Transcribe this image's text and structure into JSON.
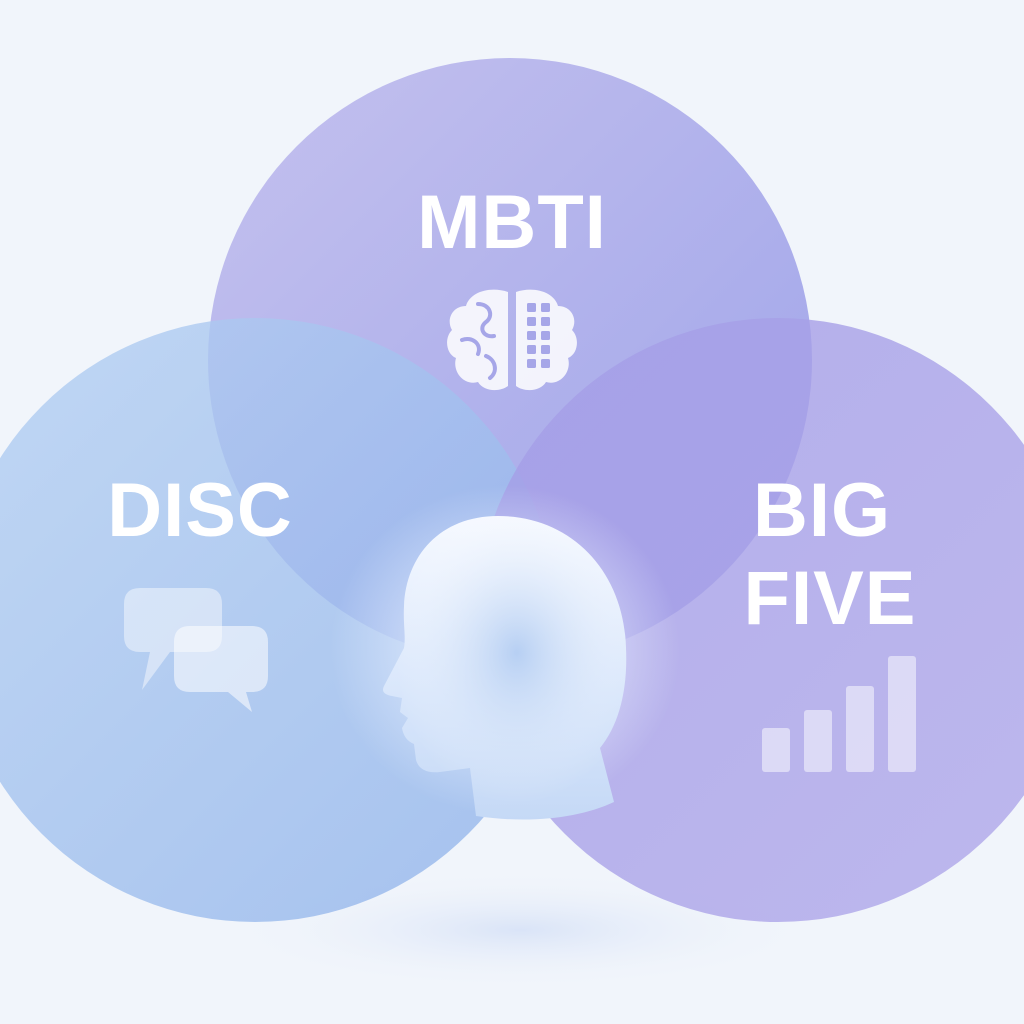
{
  "diagram": {
    "type": "venn",
    "sets": [
      {
        "id": "mbti",
        "label_lines": [
          "MBTI"
        ],
        "icon": "brain-grid-icon",
        "color": "#a59fe6"
      },
      {
        "id": "disc",
        "label_lines": [
          "DISC"
        ],
        "icon": "speech-bubbles-icon",
        "color": "#9dbdec"
      },
      {
        "id": "big-five",
        "label_lines": [
          "BIG",
          "FIVE"
        ],
        "icon": "bar-chart-icon",
        "color": "#a8a2e6"
      }
    ],
    "center_icon": "human-head-profile-icon",
    "background_color": "#f1f5fb"
  }
}
